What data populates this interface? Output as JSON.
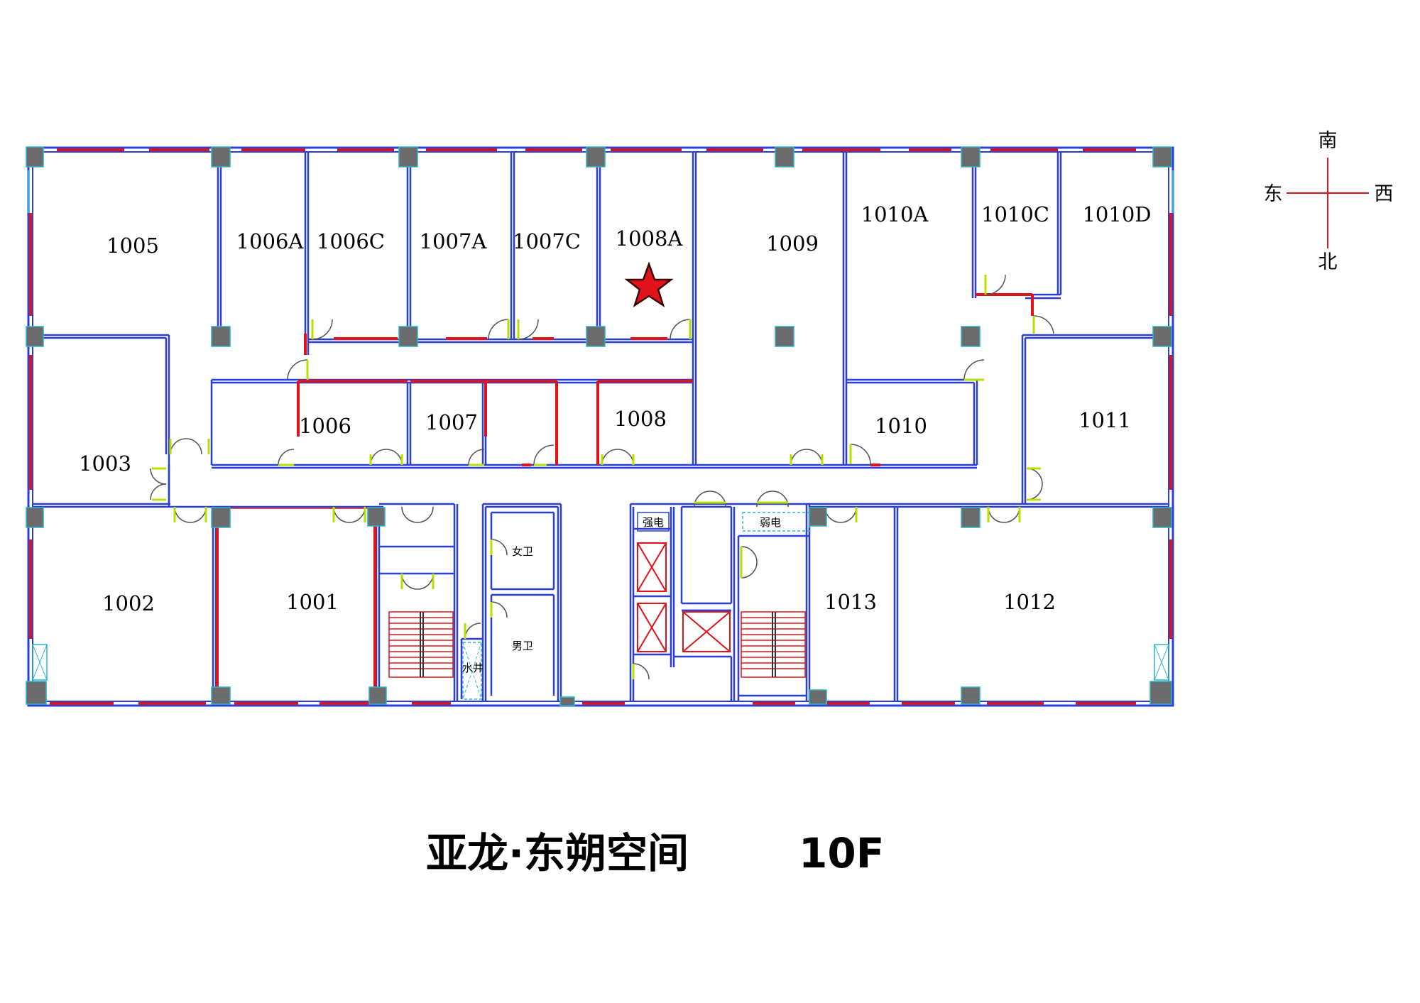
{
  "title": "亚龙·东朔空间",
  "floor": "10F",
  "compass": {
    "north": "北",
    "south": "南",
    "east": "东",
    "west": "西"
  },
  "rooms": {
    "r1005": "1005",
    "r1006A": "1006A",
    "r1006C": "1006C",
    "r1007A": "1007A",
    "r1007C": "1007C",
    "r1008A": "1008A",
    "r1009": "1009",
    "r1010A": "1010A",
    "r1010C": "1010C",
    "r1010D": "1010D",
    "r1003": "1003",
    "r1006": "1006",
    "r1007": "1007",
    "r1008": "1008",
    "r1010": "1010",
    "r1011": "1011",
    "r1002": "1002",
    "r1001": "1001",
    "r1013": "1013",
    "r1012": "1012"
  },
  "facilities": {
    "strong_power": "强电",
    "weak_power": "弱电",
    "women_wc": "女卫",
    "men_wc": "男卫",
    "water_well": "水井"
  },
  "colors": {
    "wall": "#2b3fd6",
    "exterior_window": "#e0121a",
    "column": "#6b6b6b",
    "door": "#b6e000",
    "marker": "#e0121a"
  },
  "marker": {
    "icon": "star-icon",
    "room": "1008A"
  }
}
